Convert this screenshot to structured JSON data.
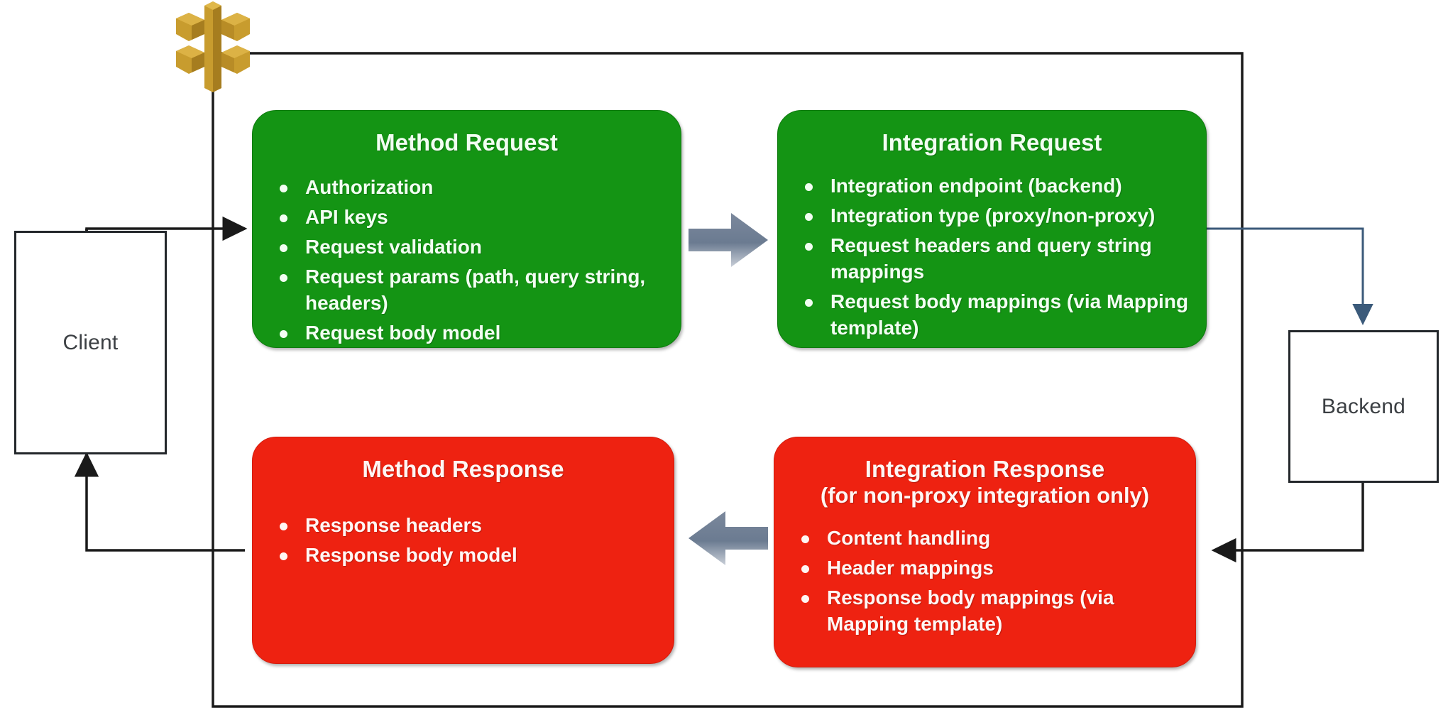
{
  "diagram": {
    "title": "AWS API Gateway request/response flow",
    "colors": {
      "green": "#149414",
      "red": "#ee2211",
      "arrow_gray": "#6b7b91",
      "line_black": "#1a1a1a",
      "line_blue": "#3b5a7a",
      "aws_gold": "#c8a02e",
      "box_text": "#3b3f43"
    }
  },
  "nodes": {
    "client": {
      "label": "Client"
    },
    "backend": {
      "label": "Backend"
    },
    "aws_icon": {
      "label": "aws-api-gateway-icon"
    },
    "method_request": {
      "title": "Method Request",
      "items": [
        "Authorization",
        "API keys",
        "Request validation",
        "Request params (path, query string, headers)",
        "Request body model"
      ]
    },
    "integration_request": {
      "title": "Integration Request",
      "items": [
        "Integration endpoint (backend)",
        "Integration type (proxy/non-proxy)",
        "Request headers and query string mappings",
        "Request body mappings (via Mapping template)"
      ]
    },
    "method_response": {
      "title": "Method Response",
      "items": [
        "Response headers",
        "Response body model"
      ]
    },
    "integration_response": {
      "title": "Integration Response",
      "subtitle": "(for non-proxy integration only)",
      "items": [
        "Content handling",
        "Header mappings",
        "Response body mappings (via Mapping template)"
      ]
    }
  },
  "connectors": [
    {
      "name": "client-to-method-request",
      "style": "black-arrow"
    },
    {
      "name": "method-request-to-integration-request",
      "style": "gray-block-arrow"
    },
    {
      "name": "integration-request-to-backend",
      "style": "blue-arrow"
    },
    {
      "name": "backend-to-integration-response",
      "style": "black-arrow"
    },
    {
      "name": "integration-response-to-method-response",
      "style": "gray-block-arrow"
    },
    {
      "name": "method-response-to-client",
      "style": "black-arrow"
    },
    {
      "name": "gateway-boundary",
      "style": "black-line"
    }
  ]
}
